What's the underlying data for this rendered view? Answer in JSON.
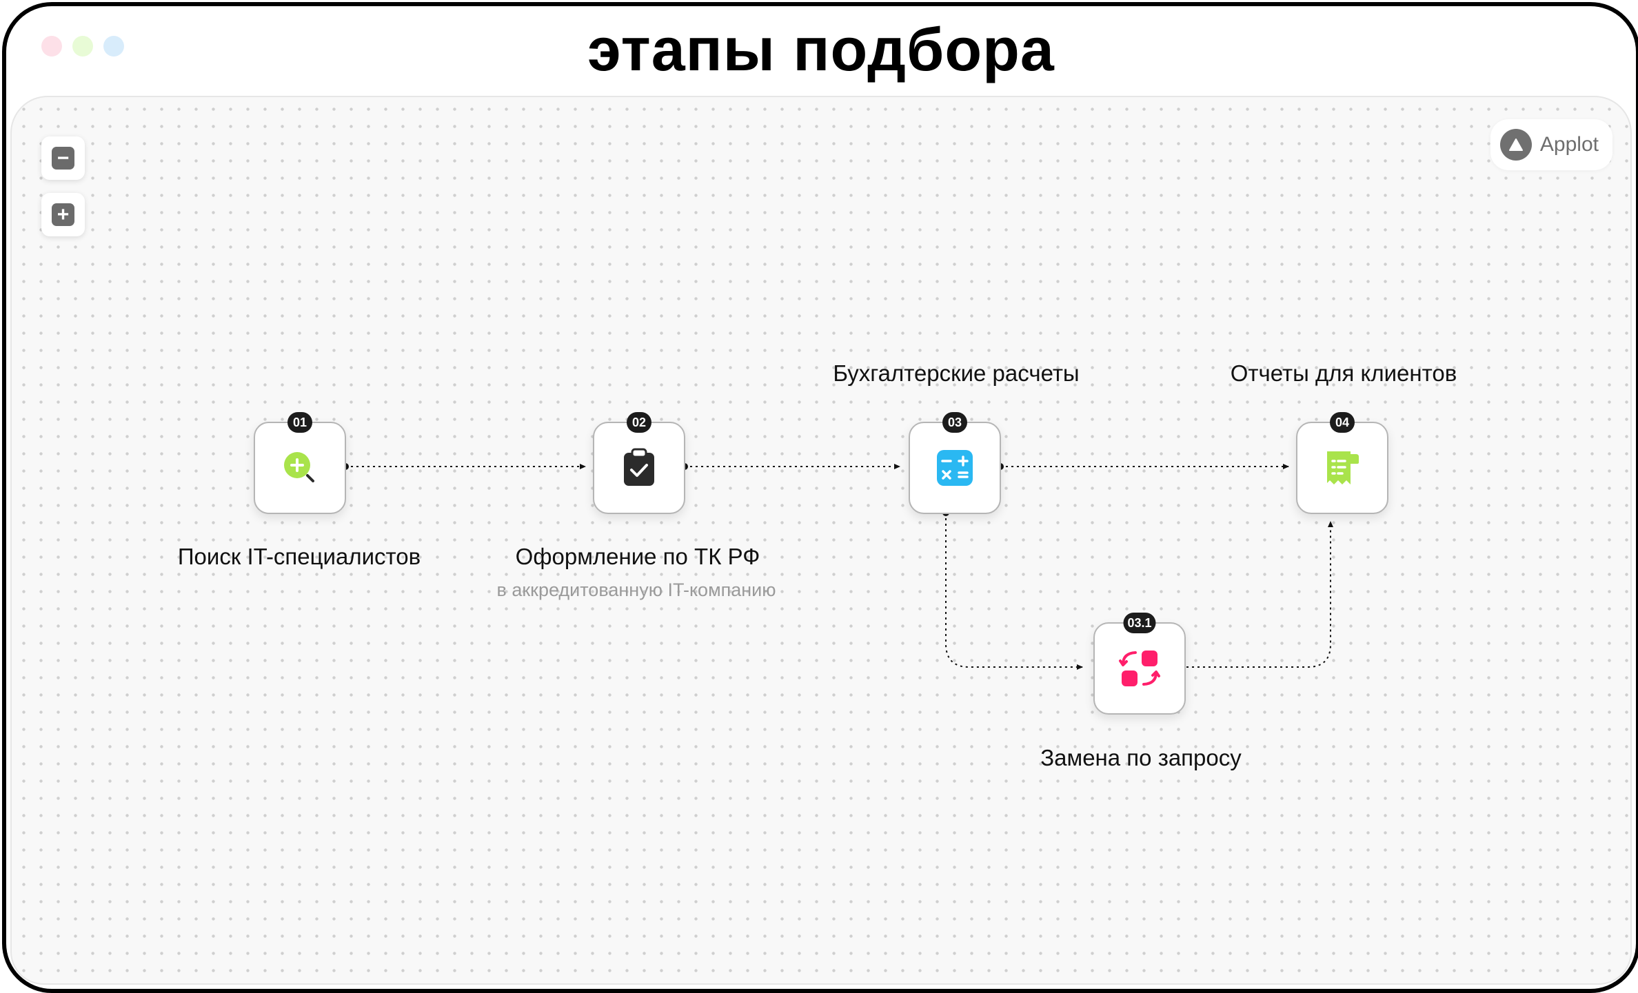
{
  "window": {
    "title": "этапы подбора",
    "traffic_lights": [
      "#fde0e8",
      "#e8fbd6",
      "#d8ecfb"
    ]
  },
  "toolbar": {
    "zoom_out_label": "−",
    "zoom_in_label": "+"
  },
  "brand": {
    "name": "Applot",
    "icon": "triangle-logo-icon"
  },
  "steps": [
    {
      "badge": "01",
      "label": "Поиск IT-специалистов",
      "icon": "search-plus-icon",
      "color": "#a9e34b"
    },
    {
      "badge": "02",
      "label": "Оформление по ТК РФ",
      "sublabel": "в аккредитованную IT-компанию",
      "icon": "clipboard-check-icon",
      "color": "#2b2b2b"
    },
    {
      "badge": "03",
      "label": "Бухгалтерские расчеты",
      "icon": "calculator-icon",
      "color": "#2ab8f2"
    },
    {
      "badge": "04",
      "label": "Отчеты для клиентов",
      "icon": "receipt-icon",
      "color": "#a9e34b"
    },
    {
      "badge": "03.1",
      "label": "Замена по запросу",
      "icon": "swap-icon",
      "color": "#ff1f6b"
    }
  ]
}
